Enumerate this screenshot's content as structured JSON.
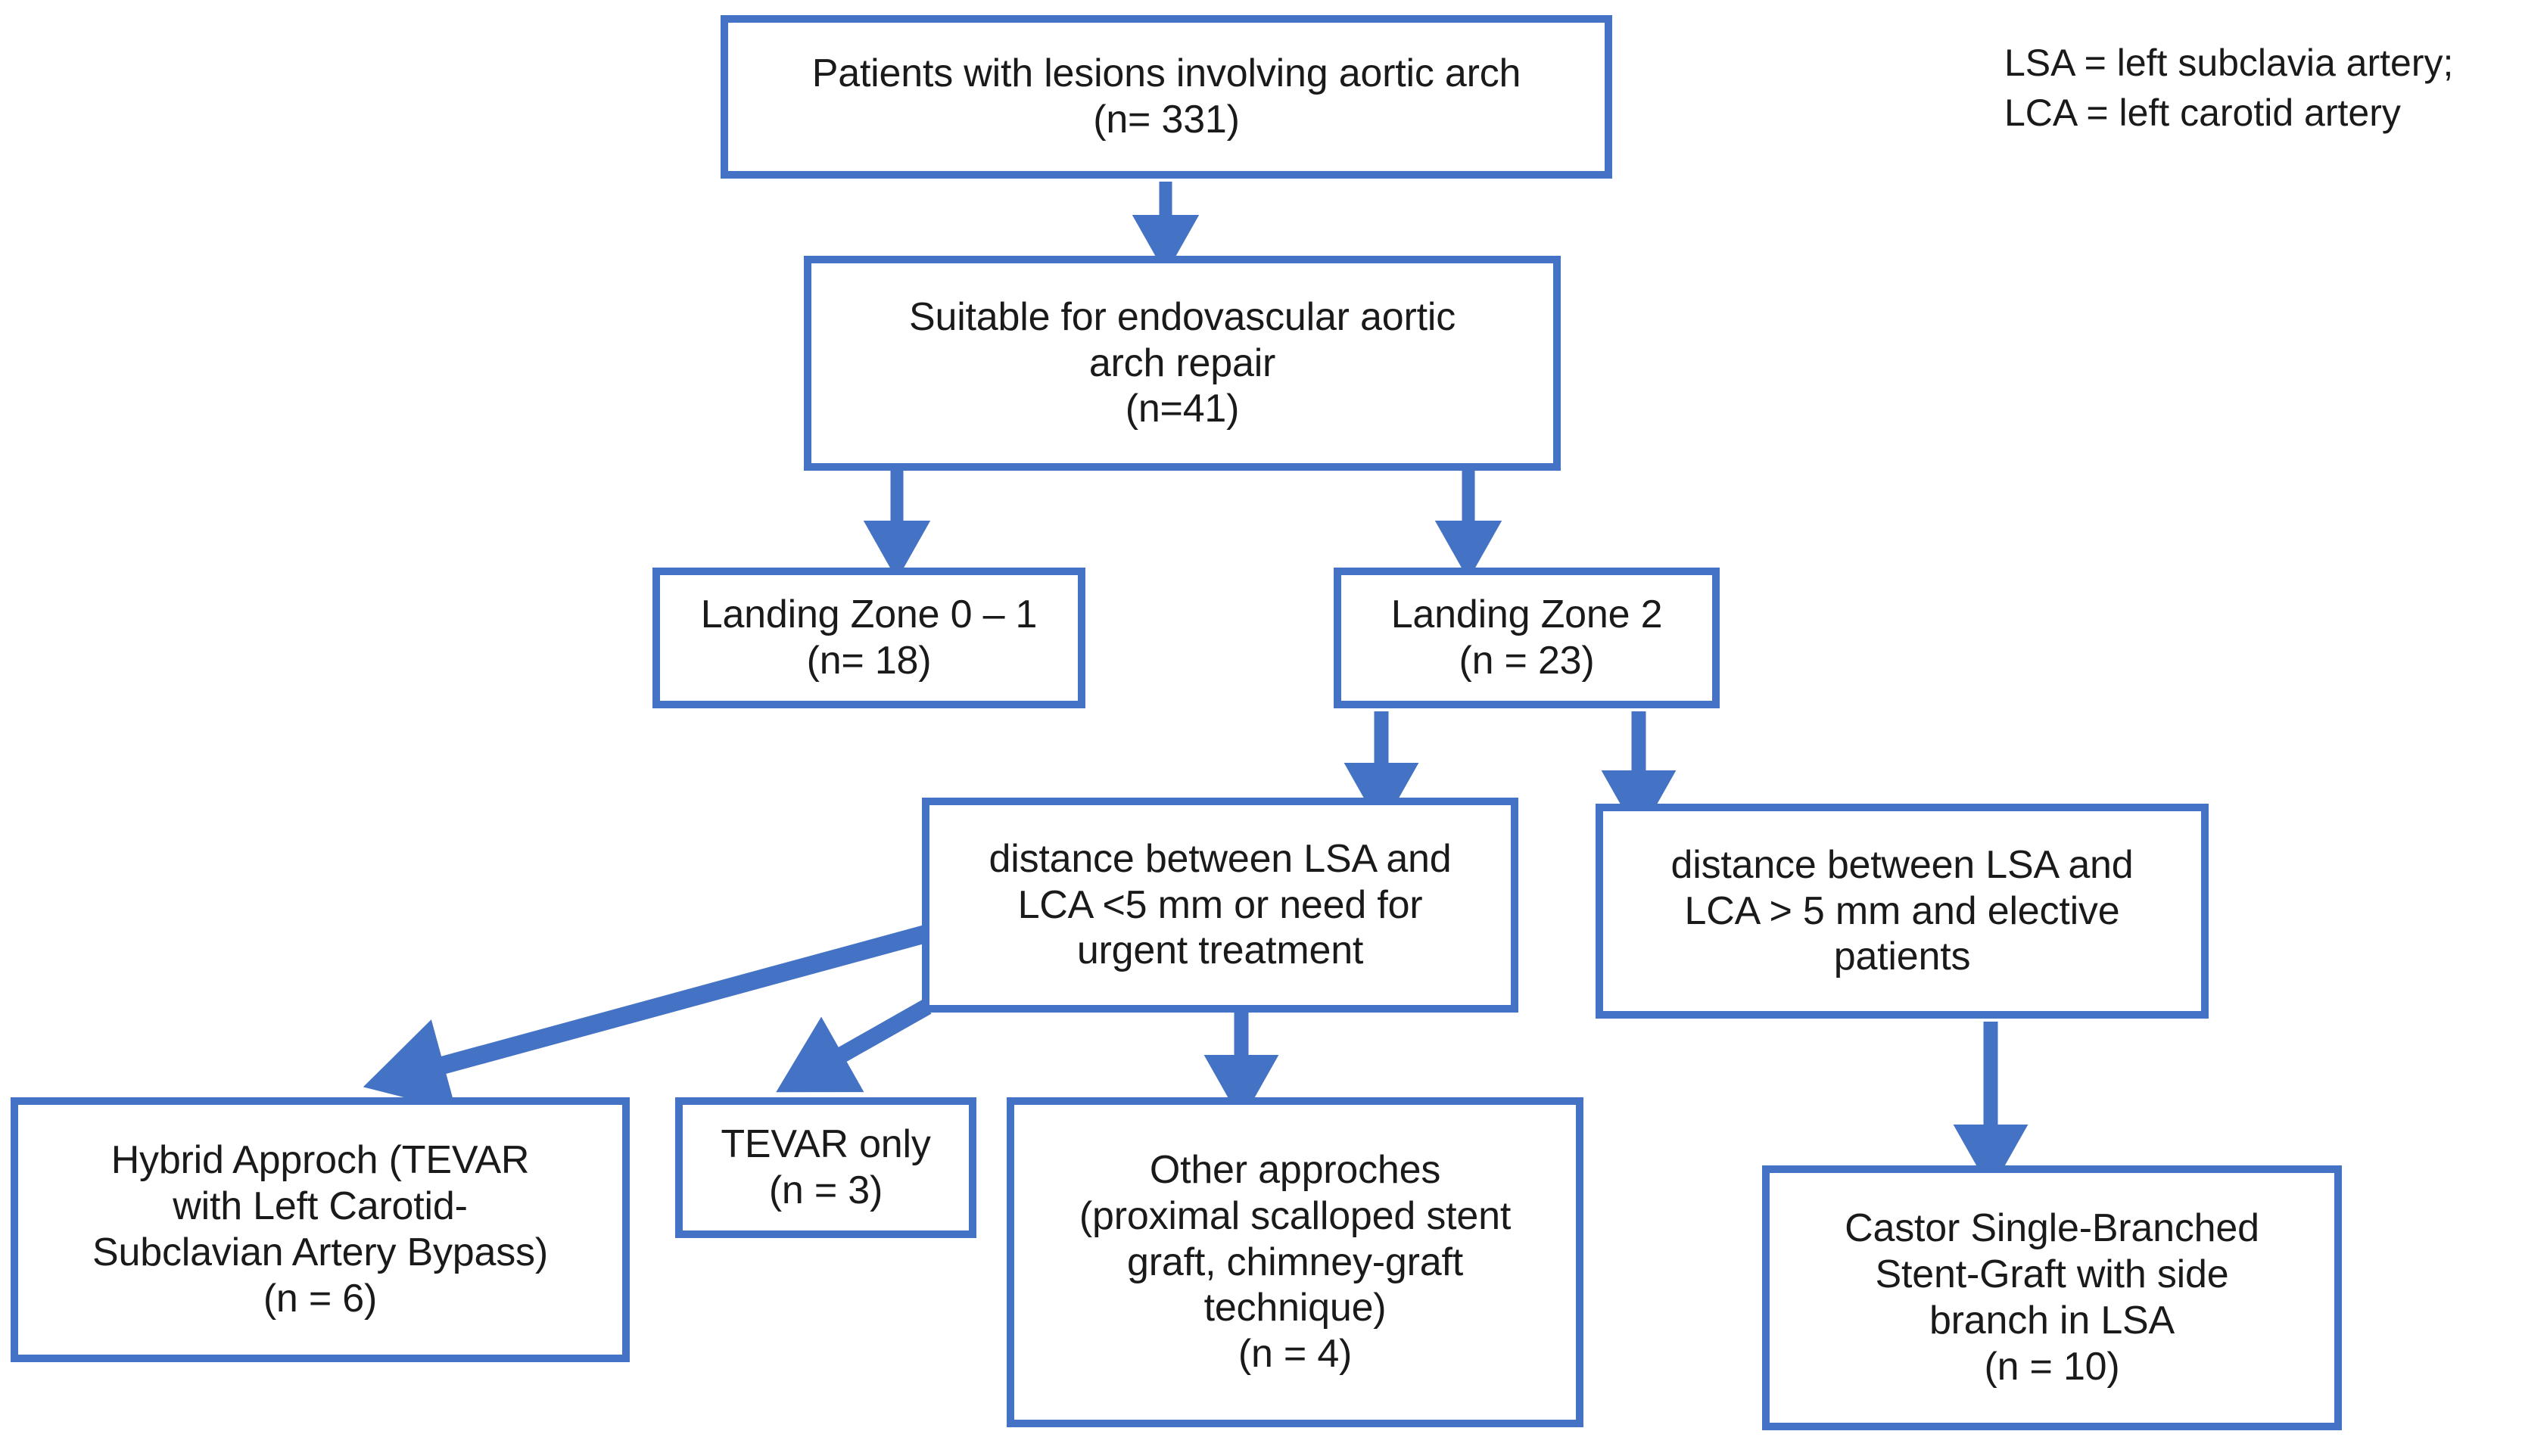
{
  "diagram": {
    "title_present": false,
    "background_color": "#ffffff",
    "accent_color": "#4472C4",
    "text_color": "#1a1a1a",
    "legend": {
      "line1": "LSA = left subclavia artery;",
      "line2": "LCA = left carotid artery",
      "text": "LSA = left subclavia artery;\nLCA = left carotid artery"
    },
    "nodes": [
      {
        "id": "patients",
        "text": "Patients with lesions involving aortic arch\n(n= 331)",
        "count": 331
      },
      {
        "id": "suitable",
        "text": "Suitable for endovascular aortic\narch repair\n(n=41)",
        "count": 41
      },
      {
        "id": "zone01",
        "text": "Landing Zone 0 – 1\n(n= 18)",
        "count": 18
      },
      {
        "id": "zone2",
        "text": "Landing Zone 2\n(n = 23)",
        "count": 23
      },
      {
        "id": "dist-short",
        "text": "distance between LSA and\nLCA <5 mm or need for\nurgent treatment",
        "count": null
      },
      {
        "id": "dist-long",
        "text": "distance between LSA and\nLCA > 5 mm and elective\npatients",
        "count": null
      },
      {
        "id": "hybrid",
        "text": "Hybrid Approch (TEVAR\nwith Left Carotid-\nSubclavian Artery Bypass)\n(n = 6)",
        "count": 6
      },
      {
        "id": "tevar-only",
        "text": "TEVAR only\n(n = 3)",
        "count": 3
      },
      {
        "id": "other",
        "text": "Other approches\n(proximal scalloped stent\ngraft, chimney-graft\ntechnique)\n(n = 4)",
        "count": 4
      },
      {
        "id": "castor",
        "text": "Castor Single-Branched\nStent-Graft with side\nbranch in LSA\n(n = 10)",
        "count": 10
      }
    ],
    "edges": [
      {
        "from": "patients",
        "to": "suitable",
        "style": "vertical-arrow"
      },
      {
        "from": "suitable",
        "to": "zone01",
        "style": "vertical-arrow"
      },
      {
        "from": "suitable",
        "to": "zone2",
        "style": "vertical-arrow"
      },
      {
        "from": "zone2",
        "to": "dist-short",
        "style": "vertical-arrow"
      },
      {
        "from": "zone2",
        "to": "dist-long",
        "style": "vertical-arrow"
      },
      {
        "from": "dist-short",
        "to": "hybrid",
        "style": "diagonal-arrow"
      },
      {
        "from": "dist-short",
        "to": "tevar-only",
        "style": "diagonal-arrow"
      },
      {
        "from": "dist-short",
        "to": "other",
        "style": "vertical-arrow"
      },
      {
        "from": "dist-long",
        "to": "castor",
        "style": "vertical-arrow"
      }
    ]
  }
}
